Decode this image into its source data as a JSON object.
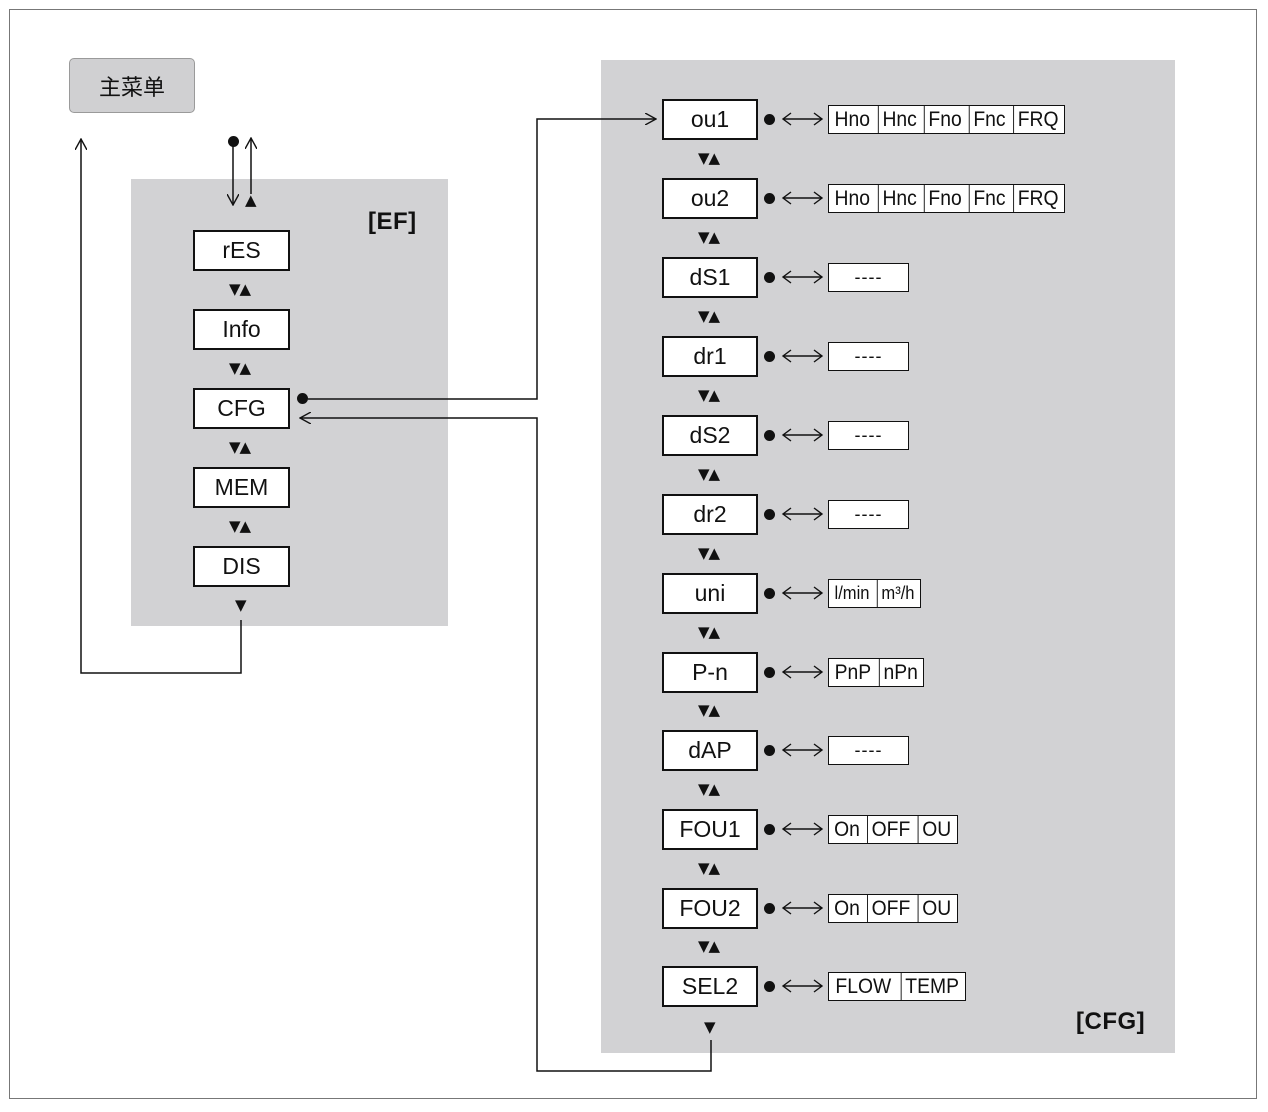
{
  "main_menu": {
    "label": "主菜单"
  },
  "ef_panel": {
    "tag": "[EF]",
    "items": [
      "rES",
      "Info",
      "CFG",
      "MEM",
      "DIS"
    ]
  },
  "cfg_panel": {
    "tag": "[CFG]",
    "items": [
      {
        "label": "ou1",
        "options": [
          "Hno",
          "Hnc",
          "Fno",
          "Fnc",
          "FRQ"
        ]
      },
      {
        "label": "ou2",
        "options": [
          "Hno",
          "Hnc",
          "Fno",
          "Fnc",
          "FRQ"
        ]
      },
      {
        "label": "dS1",
        "value": "----"
      },
      {
        "label": "dr1",
        "value": "----"
      },
      {
        "label": "dS2",
        "value": "----"
      },
      {
        "label": "dr2",
        "value": "----"
      },
      {
        "label": "uni",
        "options": [
          "l/min",
          "m³/h"
        ]
      },
      {
        "label": "P-n",
        "options": [
          "PnP",
          "nPn"
        ]
      },
      {
        "label": "dAP",
        "value": "----"
      },
      {
        "label": "FOU1",
        "options": [
          "On",
          "OFF",
          "OU"
        ]
      },
      {
        "label": "FOU2",
        "options": [
          "On",
          "OFF",
          "OU"
        ]
      },
      {
        "label": "SEL2",
        "options": [
          "FLOW",
          "TEMP"
        ]
      }
    ]
  },
  "symbols": {
    "nav": "▼▲",
    "down": "▼",
    "up": "▲",
    "exchange": "<=>"
  },
  "colors": {
    "panel": "#d2d2d4",
    "box_border": "#111111",
    "frame": "#777777"
  }
}
